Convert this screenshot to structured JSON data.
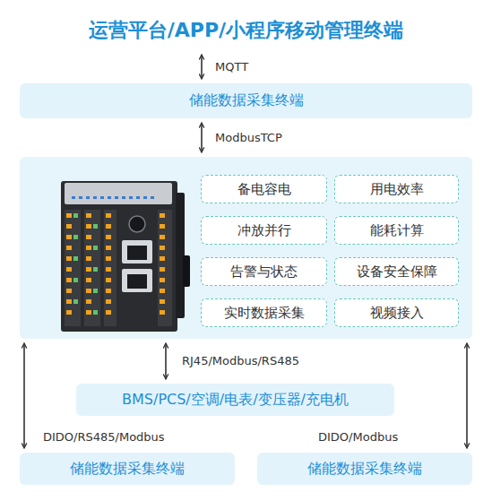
{
  "diagram": {
    "nodes": [
      {
        "text": [
          "运营平台/APP/小程序移动管理终端"
        ]
      },
      {
        "text": [
          "储能数据采集终端"
        ]
      },
      {
        "text": []
      },
      {
        "text": [
          "备电容电"
        ],
        "in": 2
      },
      {
        "text": [
          "用电效率"
        ],
        "in": 2
      },
      {
        "text": [
          "冲放并行"
        ],
        "in": 2
      },
      {
        "text": [
          "能耗计算"
        ],
        "in": 2
      },
      {
        "text": [
          "告警与状态"
        ],
        "in": 2
      },
      {
        "text": [
          "设备安全保障"
        ],
        "in": 2
      },
      {
        "text": [
          "实时数据采集"
        ],
        "in": 2
      },
      {
        "text": [
          "视频接入"
        ],
        "in": 2
      },
      {
        "text": [
          "BMS/PCS/空调/电表/变压器/充电机"
        ]
      },
      {
        "text": [
          "储能数据采集终端"
        ]
      },
      {
        "text": [
          "储能数据采集终端"
        ]
      }
    ],
    "edges": [
      {
        "from": 0,
        "to": 1,
        "arrow": "both",
        "label": "MQTT"
      },
      {
        "from": 1,
        "to": 2,
        "arrow": "both",
        "label": "ModbusTCP"
      },
      {
        "from": 2,
        "to": 11,
        "arrow": "both",
        "label": "RJ45/Modbus/RS485"
      },
      {
        "from": 2,
        "to": 12,
        "arrow": "both",
        "label": "DIDO/RS485/Modbus"
      },
      {
        "from": 2,
        "to": 13,
        "arrow": "both",
        "label": "DIDO/Modbus"
      }
    ]
  }
}
